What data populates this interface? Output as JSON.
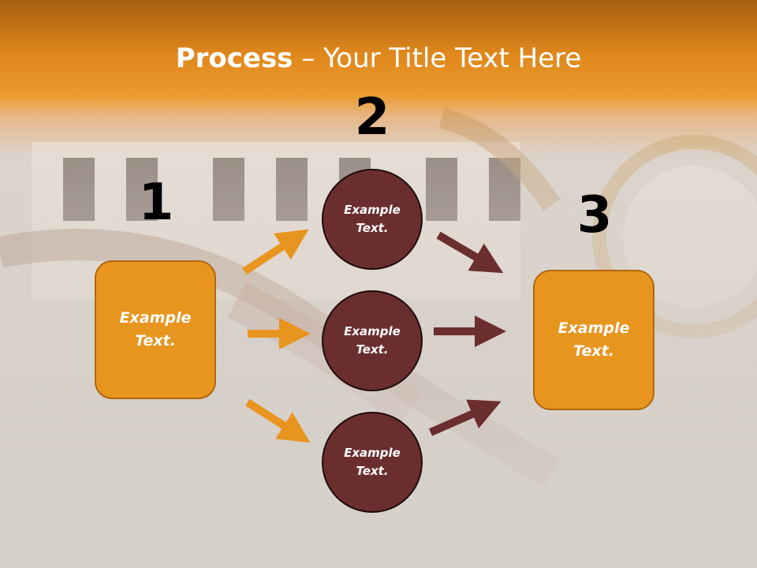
{
  "slide": {
    "title_bold": "Process",
    "title_rest": " – Your Title Text Here"
  },
  "steps": {
    "num1": "1",
    "num2": "2",
    "num3": "3"
  },
  "left_box": {
    "label": "Example Text."
  },
  "right_box": {
    "label": "Example Text."
  },
  "circles": [
    {
      "label": "Example Text."
    },
    {
      "label": "Example Text."
    },
    {
      "label": "Example Text."
    }
  ],
  "colors": {
    "box_fill": "#e8951f",
    "circle_fill": "#6b2e2e",
    "arrow_orange": "#e8951f",
    "arrow_brown": "#6b2e2e"
  }
}
